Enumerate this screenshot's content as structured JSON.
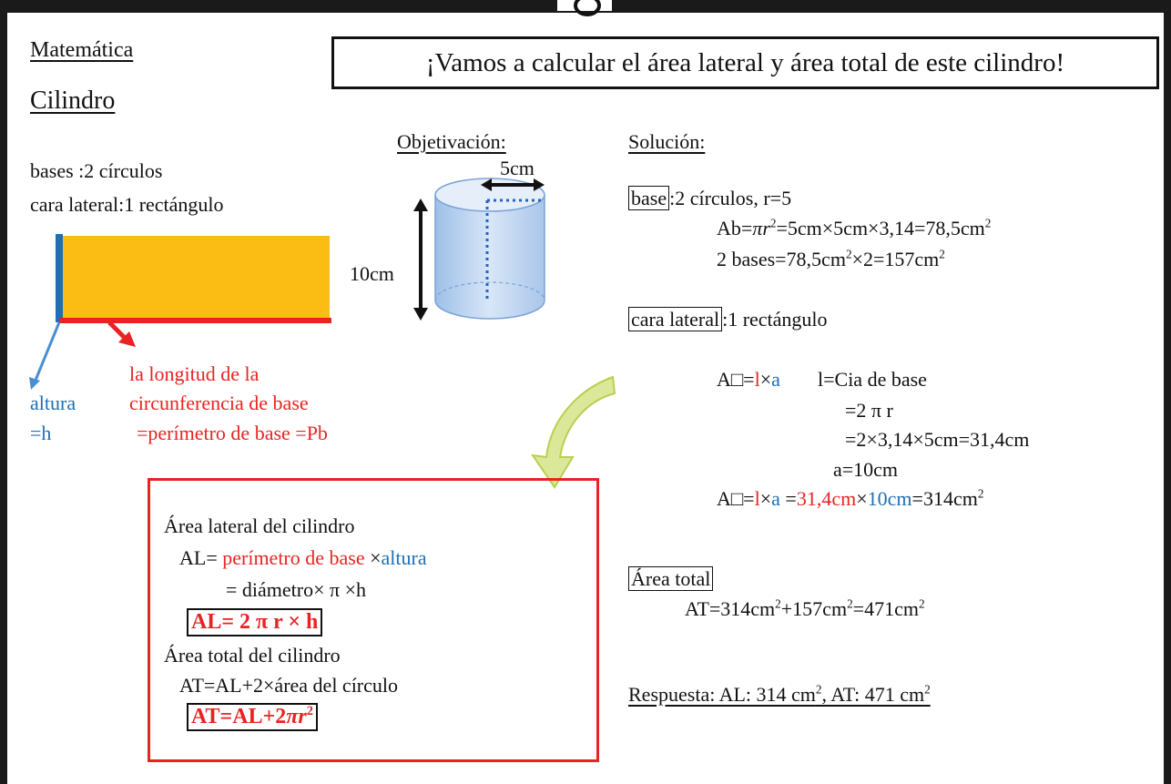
{
  "header": {
    "subject": "Matemática",
    "topic": "Cilindro",
    "challenge": "¡Vamos a calcular el área lateral y área total de este cilindro!"
  },
  "left": {
    "bases_line": "bases :2 círculos",
    "lateral_line": "cara lateral:1 rectángulo",
    "altura_label_1": "altura",
    "altura_label_2": "=h",
    "red_label_1": "la longitud de la",
    "red_label_2": "circunferencia de base",
    "red_label_3": "=perímetro de base =Pb"
  },
  "objetivacion": {
    "title": "Objetivación:",
    "radius_label": "5cm",
    "height_label": "10cm"
  },
  "formula_box": {
    "al_title": "Área lateral del cilindro",
    "al_line1_prefix": "AL=",
    "al_line1_red": "perímetro de base",
    "al_line1_times": "×",
    "al_line1_blue": "altura",
    "al_line2": "= diámetro× π ×h",
    "al_formula": "AL= 2 π r × h",
    "at_title": "Área total del cilindro",
    "at_line1": "AT=AL+2×área del círculo",
    "at_formula_prefix": "AT=AL+2",
    "at_formula_var": "πr",
    "at_formula_exp": "2"
  },
  "solucion": {
    "title": "Solución:",
    "base_label": "base",
    "base_rest": ":2 círculos, r=5",
    "ab_prefix": "Ab=",
    "ab_var": "πr",
    "ab_exp": "2",
    "ab_rest": "=5cm×5cm×3,14=78,5cm",
    "ab_unit_exp": "2",
    "bases2_a": "2 bases=78,5cm",
    "bases2_exp1": "2",
    "bases2_b": "×2=157cm",
    "bases2_exp2": "2",
    "lateral_label": "cara lateral",
    "lateral_rest": ":1 rectángulo",
    "a_rect": "A□=",
    "l": "l",
    "times": "×",
    "a": "a",
    "l_def": "l=Cia de base",
    "l_eq1": "=2 π r",
    "l_eq2": "=2×3,14×5cm=31,4cm",
    "a_def": "a=10cm",
    "res_eq": " =",
    "res_red": "31,4cm",
    "res_times": "×",
    "res_blue": "10cm",
    "res_rest": "=314cm",
    "res_exp": "2",
    "total_label": "Área total",
    "total_a": "AT=314cm",
    "total_exp1": "2",
    "total_b": "+157cm",
    "total_exp2": "2",
    "total_c": "=471cm",
    "total_exp3": "2",
    "answer_a": "Respuesta: AL: 314 cm",
    "answer_exp1": "2",
    "answer_b": ", AT: 471 cm",
    "answer_exp2": "2"
  },
  "colors": {
    "rect_fill": "#fbbd13",
    "red": "#e82322",
    "blue": "#1e6fb5",
    "cylinder": "#c7daf2",
    "arrow_green": "#c9dc6e"
  }
}
